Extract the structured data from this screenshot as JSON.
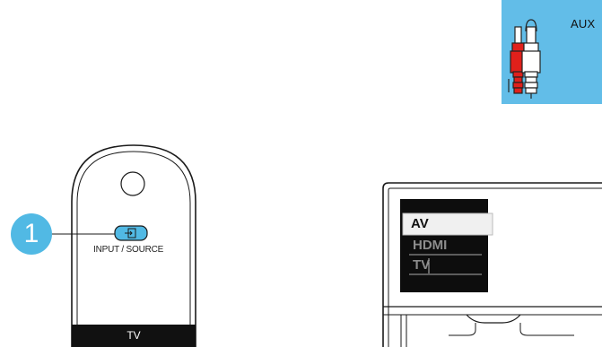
{
  "aux": {
    "label": "AUX",
    "background": "#62bde8"
  },
  "remote": {
    "step_number": "1",
    "button_label": "INPUT / SOURCE",
    "footer_label": "TV",
    "button_icon": "input-source-icon"
  },
  "tv_menu": {
    "items": [
      "AV",
      "HDMI",
      "TV"
    ],
    "selected": "AV"
  },
  "colors": {
    "accent_blue": "#51b9e4",
    "plug_red": "#e0201b",
    "screen_black": "#0d0d0d"
  }
}
